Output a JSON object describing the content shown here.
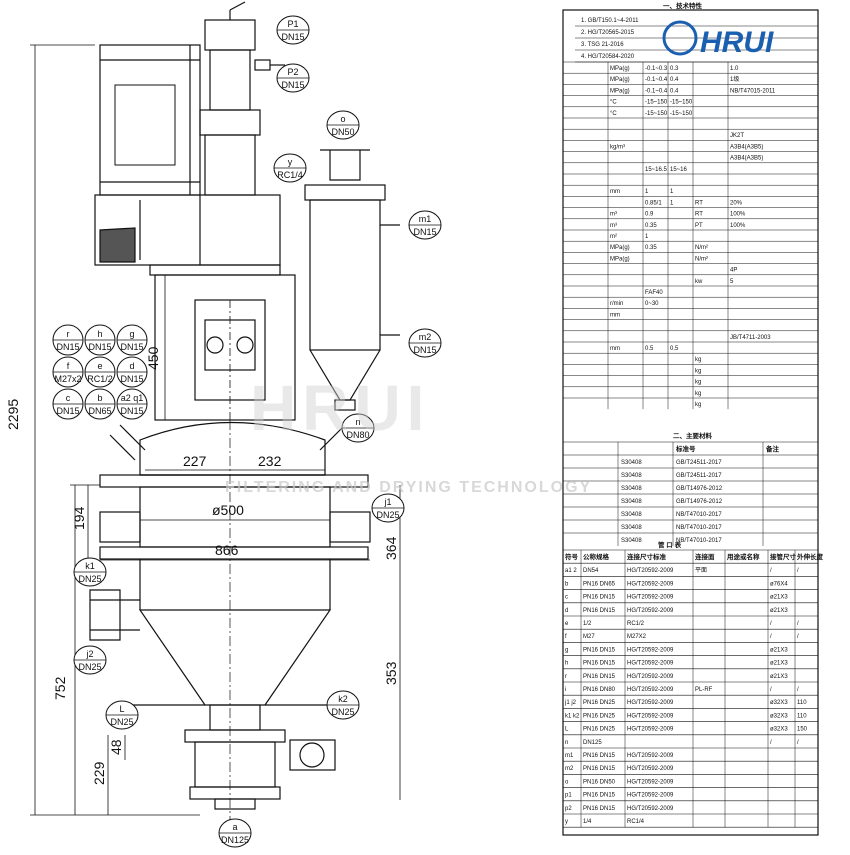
{
  "logo": {
    "text": "HRUI",
    "color": "#1a5fb0"
  },
  "watermark": {
    "text": "HRUI",
    "subtitle": "FILTERING AND DRYING TECHNOLOGY"
  },
  "dimensions": {
    "total_height": "2295",
    "lower_height": "752",
    "motor_height": "450",
    "top_left": "227",
    "top_right": "232",
    "bore": "ø500",
    "body_width": "866",
    "flange_height": "194",
    "cone_upper": "364",
    "cone_lower": "353",
    "outlet_height": "229",
    "outlet_small": "48"
  },
  "nozzles": {
    "p1": {
      "id": "P1",
      "size": "DN15"
    },
    "p2": {
      "id": "P2",
      "size": "DN15"
    },
    "o": {
      "id": "o",
      "size": "DN50"
    },
    "y": {
      "id": "y",
      "size": "RC1/4"
    },
    "m1": {
      "id": "m1",
      "size": "DN15"
    },
    "m2": {
      "id": "m2",
      "size": "DN15"
    },
    "n": {
      "id": "n",
      "size": "DN80"
    },
    "j1": {
      "id": "j1",
      "size": "DN25"
    },
    "k1": {
      "id": "k1",
      "size": "DN25"
    },
    "j2": {
      "id": "j2",
      "size": "DN25"
    },
    "k2": {
      "id": "k2",
      "size": "DN25"
    },
    "l": {
      "id": "L",
      "size": "DN25"
    },
    "a": {
      "id": "a",
      "size": "DN125"
    }
  },
  "legend_bubbles": [
    {
      "id": "r",
      "size": "DN15"
    },
    {
      "id": "h",
      "size": "DN15"
    },
    {
      "id": "g",
      "size": "DN15"
    },
    {
      "id": "f",
      "size": "M27x2"
    },
    {
      "id": "e",
      "size": "RC1/2"
    },
    {
      "id": "d",
      "size": "DN15"
    },
    {
      "id": "c",
      "size": "DN15"
    },
    {
      "id": "b",
      "size": "DN65"
    },
    {
      "id": "a2 q1",
      "size": "DN15"
    }
  ],
  "notes": [
    "1. GB/T150.1~4-2011",
    "2. HG/T20565-2015",
    "3. TSG 21-2016",
    "4. HG/T20584-2020"
  ],
  "section_titles": {
    "tech": "一、技术特性",
    "materials": "二、主要材料",
    "nozzles": "管 口 表"
  },
  "tech_rows": [
    [
      "",
      "MPa(g)",
      "-0.1~0.3",
      "0.3",
      "",
      "1.0"
    ],
    [
      "",
      "MPa(g)",
      "-0.1~0.4",
      "0.4",
      "",
      "1级"
    ],
    [
      "",
      "MPa(g)",
      "-0.1~0.4",
      "0.4",
      "",
      "NB/T47015-2011"
    ],
    [
      "",
      "°C",
      "-15~150",
      "-15~150",
      "",
      ""
    ],
    [
      "",
      "°C",
      "-15~150",
      "-15~150",
      "",
      ""
    ],
    [
      "",
      "",
      "",
      "",
      "",
      ""
    ],
    [
      "",
      "",
      "",
      "",
      "",
      "JK2T"
    ],
    [
      "",
      "kg/m³",
      "",
      "",
      "",
      "A3B4(A3B5)"
    ],
    [
      "",
      "",
      "",
      "",
      "",
      "A3B4(A3B5)"
    ],
    [
      "",
      "",
      "15~16.5",
      "15~16",
      "",
      ""
    ],
    [
      "",
      "",
      "",
      "",
      "",
      ""
    ],
    [
      "",
      "mm",
      "1",
      "1",
      "",
      ""
    ],
    [
      "",
      "",
      "0.85/1",
      "1",
      "RT",
      "20%"
    ],
    [
      "",
      "m³",
      "0.9",
      "",
      "RT",
      "100%"
    ],
    [
      "",
      "m³",
      "0.35",
      "",
      "PT",
      "100%"
    ],
    [
      "",
      "m²",
      "1",
      "",
      "",
      ""
    ],
    [
      "",
      "MPa(g)",
      "0.35",
      "",
      "N/m²",
      ""
    ],
    [
      "",
      "MPa(g)",
      "",
      "",
      "N/m²",
      ""
    ],
    [
      "",
      "",
      "",
      "",
      "",
      "4P"
    ],
    [
      "",
      "",
      "",
      "",
      "kw",
      "5"
    ],
    [
      "",
      "",
      "FAF40",
      "",
      "",
      ""
    ],
    [
      "",
      "r/min",
      "0~30",
      "",
      "",
      ""
    ],
    [
      "",
      "mm",
      "",
      "",
      "",
      ""
    ],
    [
      "",
      "",
      "",
      "",
      "",
      ""
    ],
    [
      "",
      "",
      "",
      "",
      "",
      "JB/T4711-2003"
    ],
    [
      "",
      "mm",
      "0.5",
      "0.5",
      "",
      ""
    ],
    [
      "",
      "",
      "",
      "",
      "kg",
      ""
    ],
    [
      "",
      "",
      "",
      "",
      "kg",
      ""
    ],
    [
      "",
      "",
      "",
      "",
      "kg",
      ""
    ],
    [
      "",
      "",
      "",
      "",
      "kg",
      ""
    ],
    [
      "",
      "",
      "",
      "",
      "kg",
      ""
    ]
  ],
  "materials_header": [
    "",
    "",
    "标准号",
    "备注"
  ],
  "materials_rows": [
    [
      "",
      "S30408",
      "GB/T24511-2017",
      ""
    ],
    [
      "",
      "S30408",
      "GB/T24511-2017",
      ""
    ],
    [
      "",
      "S30408",
      "GB/T14976-2012",
      ""
    ],
    [
      "",
      "S30408",
      "GB/T14976-2012",
      ""
    ],
    [
      "",
      "S30408",
      "NB/T47010-2017",
      ""
    ],
    [
      "",
      "S30408",
      "NB/T47010-2017",
      ""
    ],
    [
      "",
      "S30408",
      "NB/T47010-2017",
      ""
    ]
  ],
  "nozzle_header": [
    "符号",
    "公称规格",
    "连接尺寸标准",
    "连接面",
    "用途或名称",
    "接管尺寸",
    "外伸长度"
  ],
  "nozzle_rows": [
    [
      "a1 2",
      "DN54",
      "HG/T20592-2009",
      "平面",
      "",
      "/",
      "/"
    ],
    [
      "b",
      "PN16 DN65",
      "HG/T20592-2009",
      "",
      "",
      "ø76X4",
      ""
    ],
    [
      "c",
      "PN16 DN15",
      "HG/T20592-2009",
      "",
      "",
      "ø21X3",
      ""
    ],
    [
      "d",
      "PN16 DN15",
      "HG/T20592-2009",
      "",
      "",
      "ø21X3",
      ""
    ],
    [
      "e",
      "1/2",
      "RC1/2",
      "",
      "",
      "/",
      "/"
    ],
    [
      "f",
      "M27",
      "M27X2",
      "",
      "",
      "/",
      "/"
    ],
    [
      "g",
      "PN16 DN15",
      "HG/T20592-2009",
      "",
      "",
      "ø21X3",
      ""
    ],
    [
      "h",
      "PN16 DN15",
      "HG/T20592-2009",
      "",
      "",
      "ø21X3",
      ""
    ],
    [
      "r",
      "PN16 DN15",
      "HG/T20592-2009",
      "",
      "",
      "ø21X3",
      ""
    ],
    [
      "i",
      "PN16 DN80",
      "HG/T20592-2009",
      "PL-RF",
      "",
      "/",
      "/"
    ],
    [
      "j1 j2",
      "PN16 DN25",
      "HG/T20592-2009",
      "",
      "",
      "ø32X3",
      "110"
    ],
    [
      "k1 k2",
      "PN16 DN25",
      "HG/T20592-2009",
      "",
      "",
      "ø32X3",
      "110"
    ],
    [
      "L",
      "PN16 DN25",
      "HG/T20592-2009",
      "",
      "",
      "ø32X3",
      "150"
    ],
    [
      "n",
      "DN125",
      "",
      "",
      "",
      "/",
      "/"
    ],
    [
      "m1",
      "PN16 DN15",
      "HG/T20592-2009",
      "",
      "",
      "",
      ""
    ],
    [
      "m2",
      "PN16 DN15",
      "HG/T20592-2009",
      "",
      "",
      "",
      ""
    ],
    [
      "o",
      "PN16 DN50",
      "HG/T20592-2009",
      "",
      "",
      "",
      ""
    ],
    [
      "p1",
      "PN16 DN15",
      "HG/T20592-2009",
      "",
      "",
      "",
      ""
    ],
    [
      "p2",
      "PN16 DN15",
      "HG/T20592-2009",
      "",
      "",
      "",
      ""
    ],
    [
      "y",
      "1/4",
      "RC1/4",
      "",
      "",
      "",
      ""
    ]
  ]
}
